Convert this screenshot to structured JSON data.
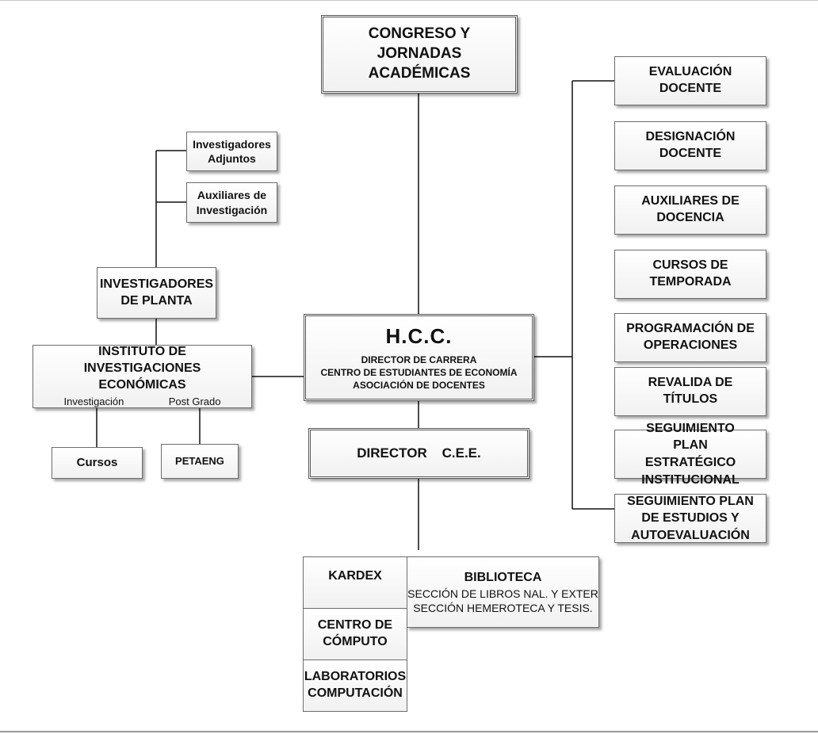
{
  "congreso": "CONGRESO Y JORNADAS ACADÉMICAS",
  "hcc": {
    "title": "H.C.C.",
    "line1": "DIRECTOR DE CARRERA",
    "line2": "CENTRO DE ESTUDIANTES DE ECONOMÍA",
    "line3": "ASOCIACIÓN DE DOCENTES"
  },
  "director_cee": "DIRECTOR    C.E.E.",
  "left": {
    "inv_adjuntos": "Investigadores Adjuntos",
    "aux_investigacion": "Auxiliares de Investigación",
    "inv_planta": "INVESTIGADORES DE PLANTA",
    "instituto": {
      "title": "INSTITUTO DE INVESTIGACIONES ECONÓMICAS",
      "sub_left": "Investigación",
      "sub_right": "Post Grado"
    },
    "cursos": "Cursos",
    "petaeng": "PETAENG"
  },
  "right": [
    "EVALUACIÓN DOCENTE",
    "DESIGNACIÓN DOCENTE",
    "AUXILIARES DE DOCENCIA",
    "CURSOS DE TEMPORADA",
    "PROGRAMACIÓN DE OPERACIONES",
    "REVALIDA DE TÍTULOS",
    "SEGUIMIENTO PLAN ESTRATÉGICO INSTITUCIONAL",
    "SEGUIMIENTO PLAN DE ESTUDIOS Y AUTOEVALUACIÓN"
  ],
  "bottom": {
    "kardex": "KARDEX",
    "centro_computo": "CENTRO DE CÓMPUTO",
    "laboratorios": "LABORATORIOS COMPUTACIÓN",
    "biblioteca": {
      "title": "BIBLIOTECA",
      "line1": "SECCIÓN DE LIBROS NAL. Y EXTER",
      "line2": "SECCIÓN HEMEROTECA Y TESIS."
    }
  }
}
